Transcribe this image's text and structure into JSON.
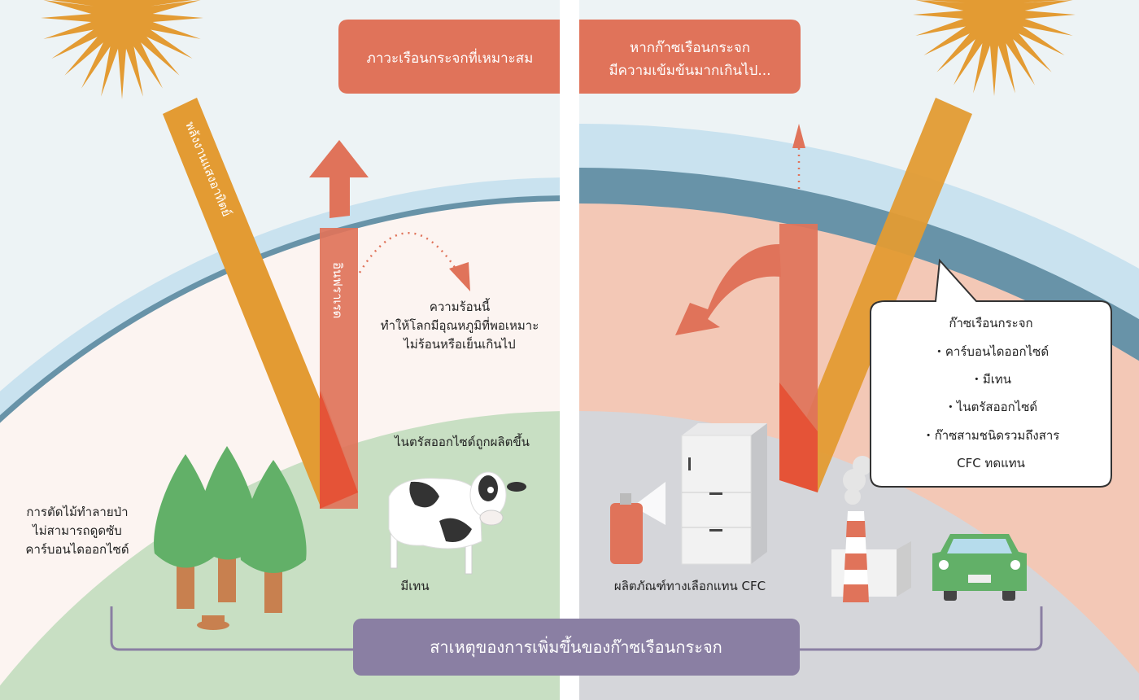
{
  "left_panel": {
    "title": "ภาวะเรือนกระจกที่เหมาะสม",
    "sunlight_label": "พลังงานแสงอาทิตย์",
    "infrared_label": "อินฟราเรด",
    "heat_note": [
      "ความร้อนนี้",
      "ทำให้โลกมีอุณหภูมิที่พอเหมาะ",
      "ไม่ร้อนหรือเย็นเกินไป"
    ],
    "deforestation_note": [
      "การตัดไม้ทำลายป่า",
      "ไม่สามารถดูดซับ",
      "คาร์บอนไดออกไซด์"
    ],
    "nitrous_note": "ไนตรัสออกไซด์ถูกผลิตขึ้น",
    "methane_note": "มีเทน"
  },
  "right_panel": {
    "title": [
      "หากก๊าซเรือนกระจก",
      "มีความเข้มข้นมากเกินไป..."
    ],
    "cfc_note": "ผลิตภัณฑ์ทางเลือกแทน CFC",
    "callout": {
      "heading": "ก๊าซเรือนกระจก",
      "items": [
        "・คาร์บอนไดออกไซด์",
        "・มีเทน",
        "・ไนตรัสออกไซด์",
        "・ก๊าซสามชนิดรวมถึงสาร",
        "CFC ทดแทน"
      ]
    }
  },
  "footer": {
    "label": "สาเหตุของการเพิ่มขึ้นของก๊าซเรือนกระจก"
  },
  "colors": {
    "sky": "#edf3f5",
    "atmosphere_light": "#c9e2ef",
    "atmosphere_dark": "#6893a8",
    "sun": "#e39b33",
    "arrow": "#e0735a",
    "green": "#c8dfc3",
    "purple": "#8a7fa3"
  }
}
